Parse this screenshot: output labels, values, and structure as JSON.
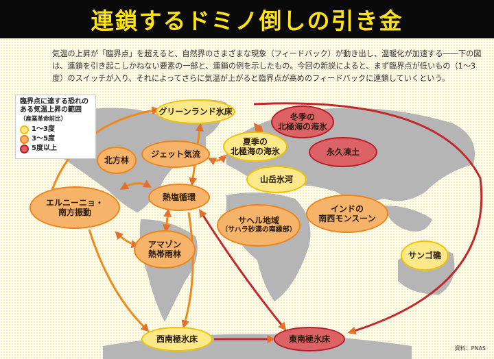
{
  "title": "連鎖するドミノ倒しの引き金",
  "lead": "気温の上昇が「臨界点」を超えると、自然界のさまざまな現象（フィードバック）が動き出し、温暖化が加速する――下の図は、連鎖を引き起こしかねない要素の一部と、連鎖の例を示したもの。今回の新説によると、まず臨界点が低いもの（1～3度）のスイッチが入り、それによってさらに気温が上がると臨界点が高めのフィードバックに連鎖していくという。",
  "legend": {
    "heading1": "臨界点に達する恐れの",
    "heading2": "ある気温上昇の範囲",
    "sub": "（産業革命前比）",
    "items": [
      {
        "label": "1～3度",
        "color": "#fde98a",
        "border": "#f2c100"
      },
      {
        "label": "3～5度",
        "color": "#f6b36a",
        "border": "#ec841a"
      },
      {
        "label": "5度以上",
        "color": "#dc6266",
        "border": "#b51d28"
      }
    ]
  },
  "nodes": [
    {
      "id": "greenland",
      "line1": "グリーンランド氷床",
      "line2": "",
      "level": 1
    },
    {
      "id": "arctic_winter",
      "line1": "冬季の",
      "line2": "北極海の海氷",
      "level": 3
    },
    {
      "id": "arctic_summer",
      "line1": "夏季の",
      "line2": "北極海の海氷",
      "level": 1
    },
    {
      "id": "permafrost",
      "line1": "永久凍土",
      "line2": "",
      "level": 3
    },
    {
      "id": "glacier",
      "line1": "山岳氷河",
      "line2": "",
      "level": 1
    },
    {
      "id": "boreal",
      "line1": "北方林",
      "line2": "",
      "level": 2
    },
    {
      "id": "jet",
      "line1": "ジェット気流",
      "line2": "",
      "level": 2
    },
    {
      "id": "thermohaline",
      "line1": "熱塩循環",
      "line2": "",
      "level": 2
    },
    {
      "id": "enso",
      "line1": "エルニーニョ・",
      "line2": "南方振動",
      "level": 2
    },
    {
      "id": "sahel",
      "line1": "サヘル地域",
      "line2": "（サハラ砂漠の南縁部）",
      "level": 2
    },
    {
      "id": "monsoon",
      "line1": "インドの",
      "line2": "南西モンスーン",
      "level": 2
    },
    {
      "id": "amazon",
      "line1": "アマゾン",
      "line2": "熱帯雨林",
      "level": 2
    },
    {
      "id": "coral",
      "line1": "サンゴ礁",
      "line2": "",
      "level": 1
    },
    {
      "id": "west_antarctic",
      "line1": "西南極氷床",
      "line2": "",
      "level": 1
    },
    {
      "id": "east_antarctic",
      "line1": "東南極氷床",
      "line2": "",
      "level": 3
    }
  ],
  "links": [
    {
      "from": "enso",
      "to": "greenland",
      "direction": "to"
    },
    {
      "from": "greenland",
      "to": "east_antarctic",
      "direction": "to"
    },
    {
      "from": "enso",
      "to": "west_antarctic",
      "direction": "to"
    },
    {
      "from": "greenland",
      "to": "thermohaline",
      "direction": "both"
    },
    {
      "from": "greenland",
      "to": "arctic_summer",
      "direction": "both"
    },
    {
      "from": "arctic_summer",
      "to": "jet",
      "direction": "both"
    },
    {
      "from": "enso",
      "to": "thermohaline",
      "direction": "both"
    },
    {
      "from": "enso",
      "to": "amazon",
      "direction": "both"
    },
    {
      "from": "thermohaline",
      "to": "amazon",
      "direction": "both"
    },
    {
      "from": "thermohaline",
      "to": "east_antarctic",
      "direction": "both"
    },
    {
      "from": "thermohaline",
      "to": "west_antarctic",
      "direction": "to"
    },
    {
      "from": "west_antarctic",
      "to": "east_antarctic",
      "direction": "to"
    }
  ],
  "credit": "資料：PNAS"
}
